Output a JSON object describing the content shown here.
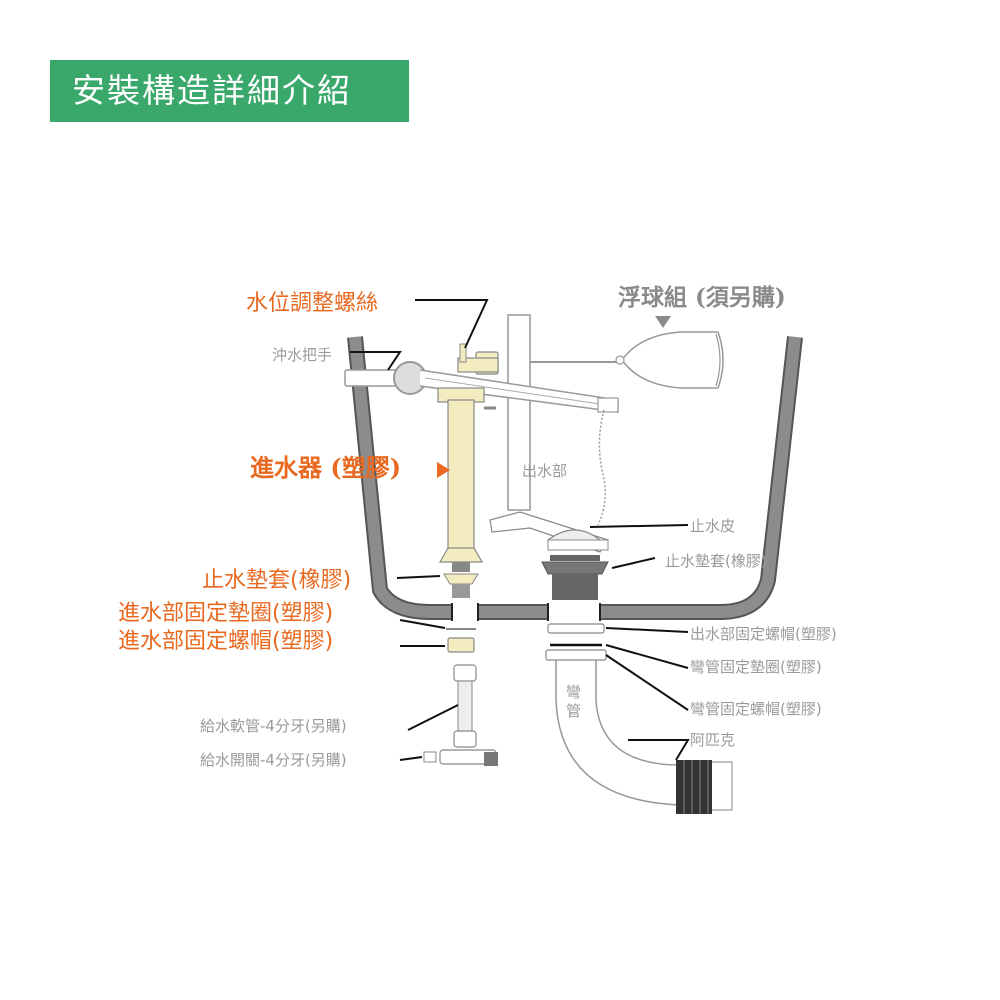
{
  "title": "安裝構造詳細介紹",
  "colors": {
    "banner": "#3aa86b",
    "orange_label": "#e8691f",
    "gray_label": "#9a9a9a",
    "tank_wall": "#8c8c8c",
    "plastic_part": "#f2ecc0"
  },
  "labels": {
    "water_level_screw": "水位調整螺絲",
    "flush_handle": "沖水把手",
    "float_set": "浮球組 (須另購)",
    "inlet_valve": "進水器 (塑膠)",
    "outlet_part": "出水部",
    "flapper": "止水皮",
    "inlet_rubber_sleeve": "止水墊套(橡膠)",
    "outlet_rubber_sleeve": "止水墊套(橡膠)",
    "inlet_fixing_washer": "進水部固定墊圈(塑膠)",
    "inlet_fixing_nut": "進水部固定螺帽(塑膠)",
    "outlet_fixing_nut": "出水部固定螺帽(塑膠)",
    "elbow_fixing_washer": "彎管固定墊圈(塑膠)",
    "elbow_fixing_nut": "彎管固定螺帽(塑膠)",
    "elbow_pipe_line1": "彎",
    "elbow_pipe_line2": "管",
    "rubber_coupler": "阿匹克",
    "supply_hose": "給水軟管-4分牙(另購)",
    "supply_valve": "給水開關-4分牙(另購)"
  },
  "icons": {
    "float_pointer": "triangle-down",
    "inlet_pointer": "triangle-right"
  }
}
